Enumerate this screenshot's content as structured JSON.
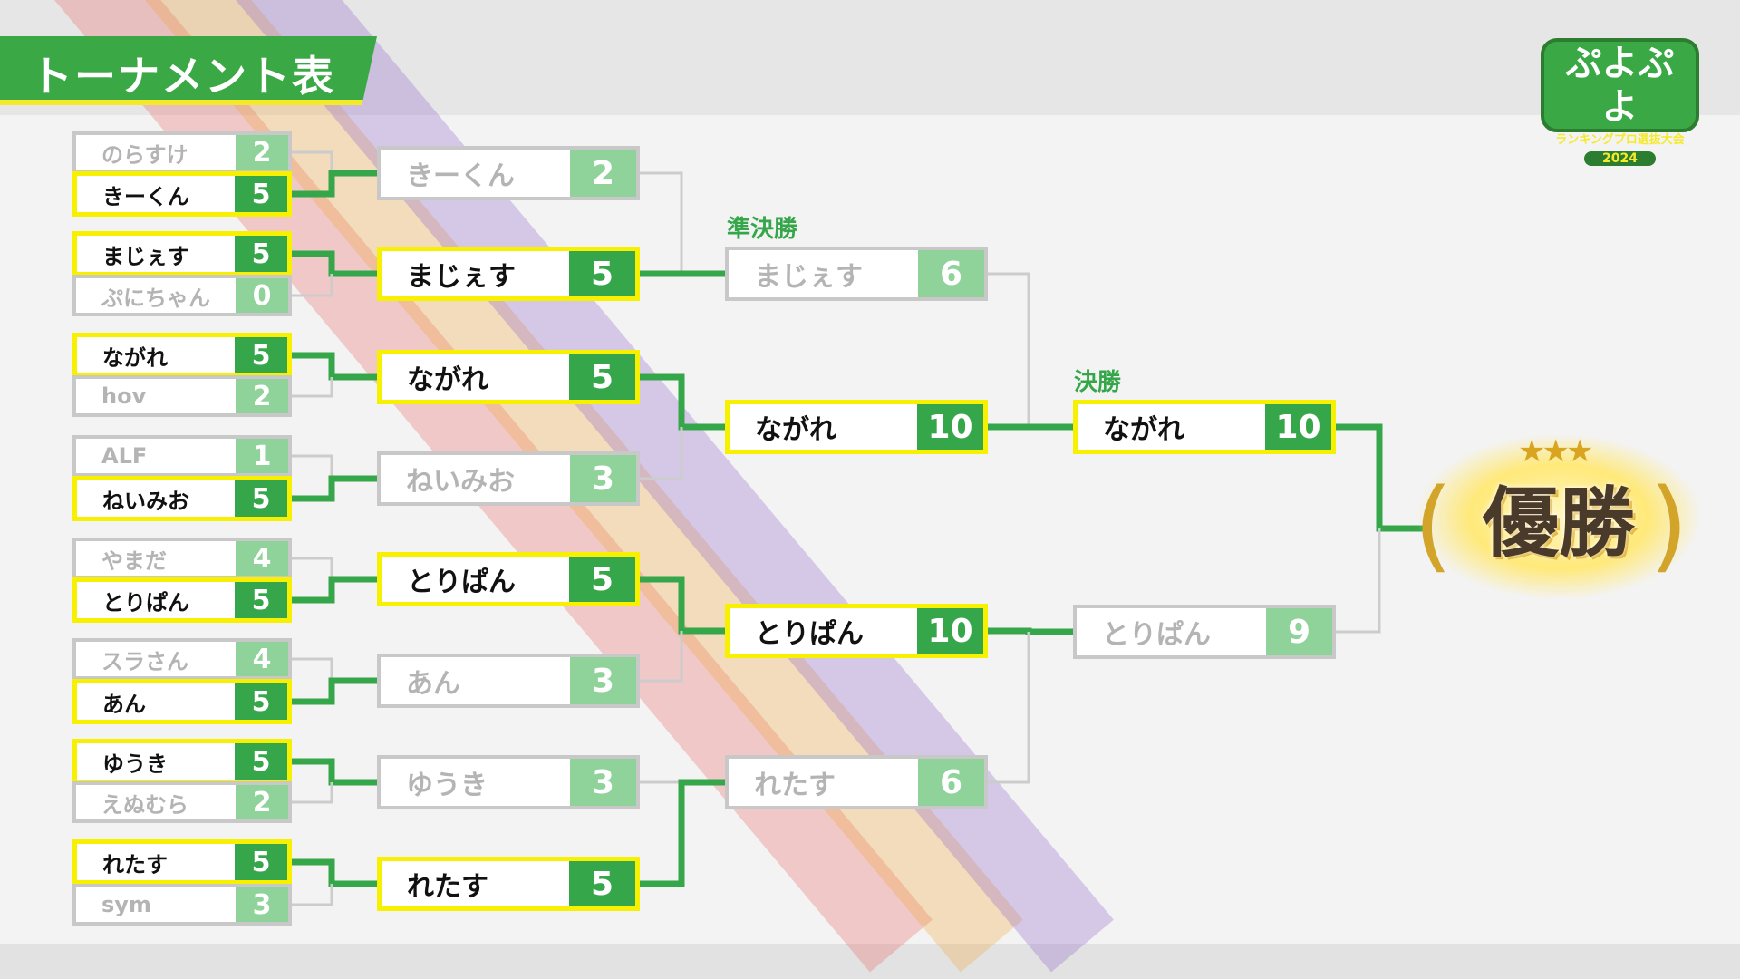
{
  "title": "トーナメント表",
  "logo": {
    "line1": "ぷよぷよ",
    "line2": "ランキングプロ選抜大会",
    "year": "2024"
  },
  "labels": {
    "semifinal": "準決勝",
    "final": "決勝",
    "champion": "優勝"
  },
  "colors": {
    "green": "#35a64a",
    "light_green": "#8fd29a",
    "yellow": "#f7f000"
  },
  "round1": [
    [
      {
        "name": "のらすけ",
        "score": "2"
      },
      {
        "name": "きーくん",
        "score": "5",
        "win": true
      }
    ],
    [
      {
        "name": "まじぇす",
        "score": "5",
        "win": true
      },
      {
        "name": "ぷにちゃん",
        "score": "0"
      }
    ],
    [
      {
        "name": "ながれ",
        "score": "5",
        "win": true
      },
      {
        "name": "hov",
        "score": "2"
      }
    ],
    [
      {
        "name": "ALF",
        "score": "1"
      },
      {
        "name": "ねいみお",
        "score": "5",
        "win": true
      }
    ],
    [
      {
        "name": "やまだ",
        "score": "4"
      },
      {
        "name": "とりぱん",
        "score": "5",
        "win": true
      }
    ],
    [
      {
        "name": "スラさん",
        "score": "4"
      },
      {
        "name": "あん",
        "score": "5",
        "win": true
      }
    ],
    [
      {
        "name": "ゆうき",
        "score": "5",
        "win": true
      },
      {
        "name": "えぬむら",
        "score": "2"
      }
    ],
    [
      {
        "name": "れたす",
        "score": "5",
        "win": true
      },
      {
        "name": "sym",
        "score": "3"
      }
    ]
  ],
  "round2": [
    {
      "name": "きーくん",
      "score": "2"
    },
    {
      "name": "まじぇす",
      "score": "5",
      "win": true
    },
    {
      "name": "ながれ",
      "score": "5",
      "win": true
    },
    {
      "name": "ねいみお",
      "score": "3"
    },
    {
      "name": "とりぱん",
      "score": "5",
      "win": true
    },
    {
      "name": "あん",
      "score": "3"
    },
    {
      "name": "ゆうき",
      "score": "3"
    },
    {
      "name": "れたす",
      "score": "5",
      "win": true
    }
  ],
  "round3": [
    {
      "name": "まじぇす",
      "score": "6"
    },
    {
      "name": "ながれ",
      "score": "10",
      "win": true
    },
    {
      "name": "とりぱん",
      "score": "10",
      "win": true
    },
    {
      "name": "れたす",
      "score": "6"
    }
  ],
  "final": [
    {
      "name": "ながれ",
      "score": "10",
      "win": true
    },
    {
      "name": "とりぱん",
      "score": "9"
    }
  ]
}
